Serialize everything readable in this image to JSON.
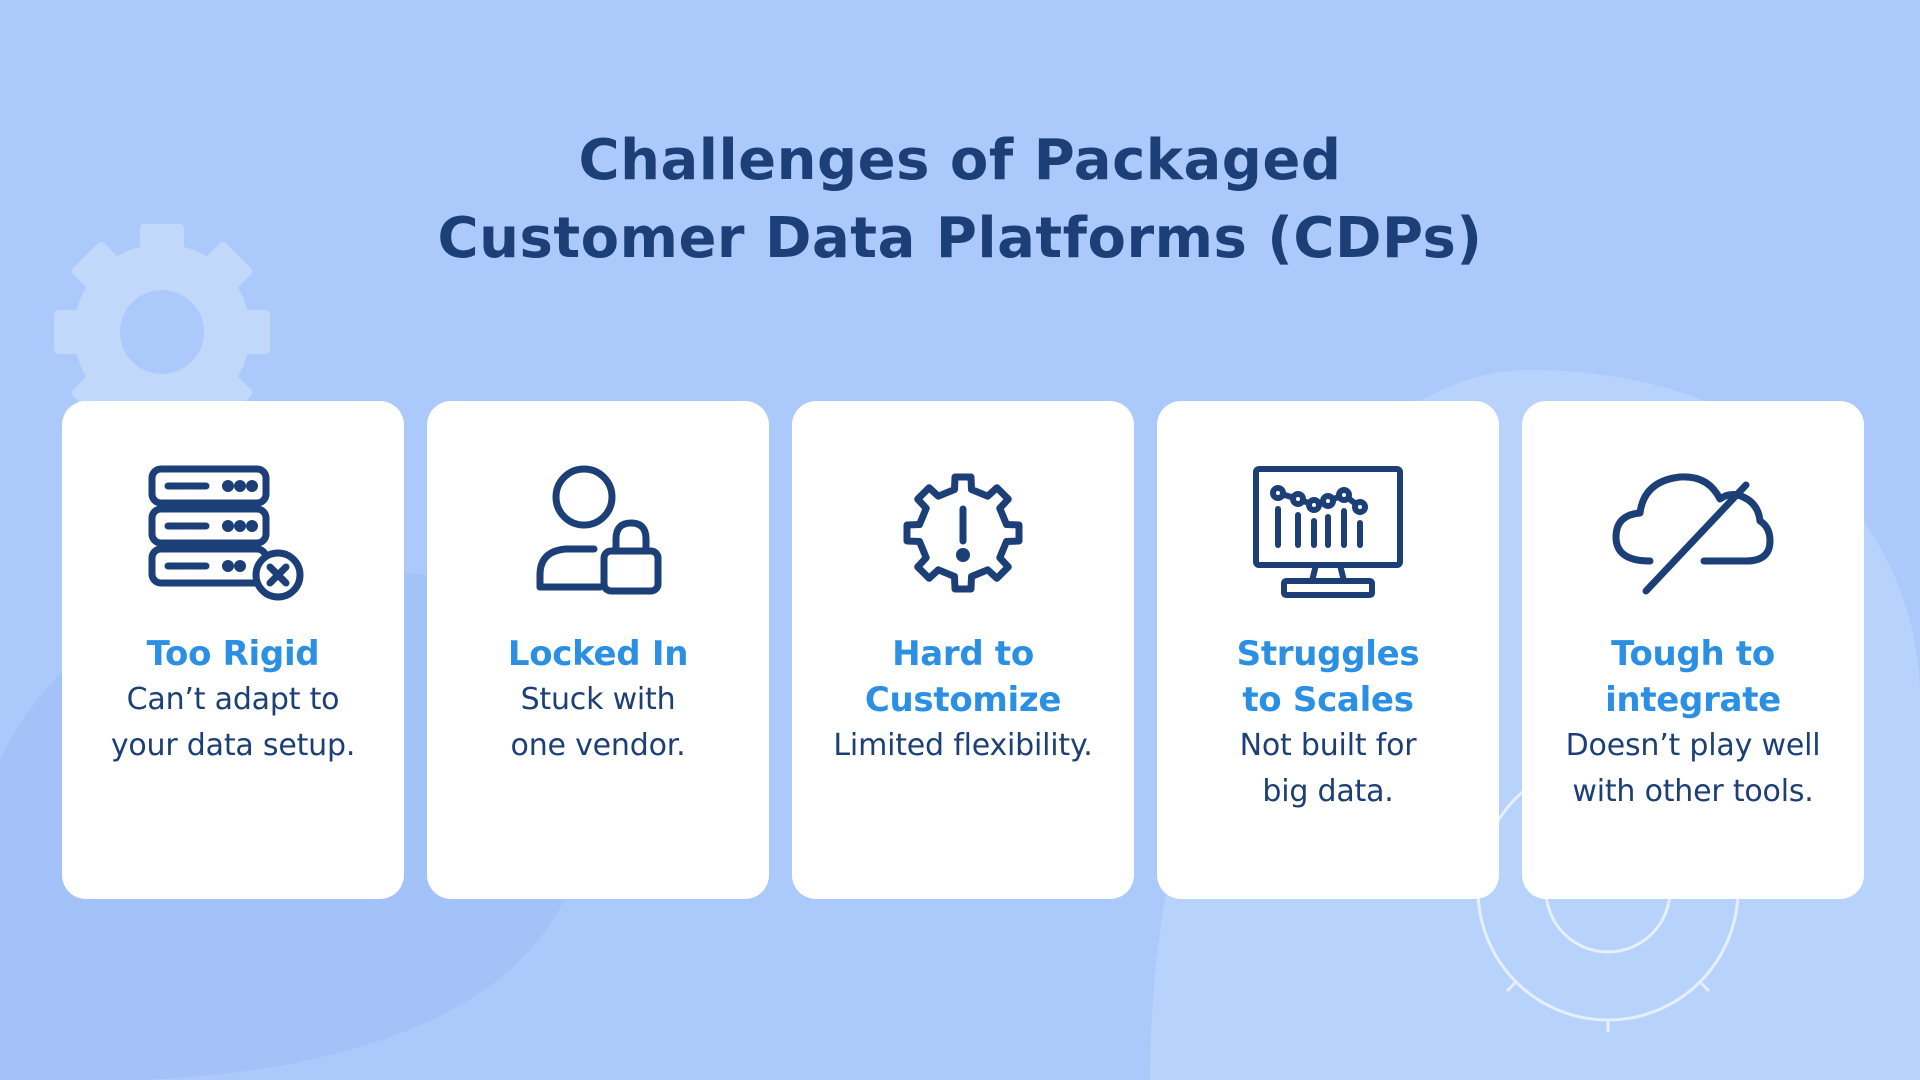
{
  "title": {
    "line1": "Challenges of Packaged",
    "line2": "Customer Data Platforms (CDPs)"
  },
  "colors": {
    "background": "#abc9fb",
    "title": "#1c3f78",
    "heading": "#2b8fe4",
    "text": "#1c3f78",
    "card": "#ffffff"
  },
  "cards": [
    {
      "icon": "server-error-icon",
      "heading": [
        "Too Rigid"
      ],
      "text": [
        "Can’t adapt to",
        "your data setup."
      ]
    },
    {
      "icon": "user-lock-icon",
      "heading": [
        "Locked In"
      ],
      "text": [
        "Stuck with",
        "one vendor."
      ]
    },
    {
      "icon": "gear-warning-icon",
      "heading": [
        "Hard to",
        "Customize"
      ],
      "text": [
        "Limited flexibility."
      ]
    },
    {
      "icon": "monitor-chart-icon",
      "heading": [
        "Struggles",
        "to Scales"
      ],
      "text": [
        "Not built for",
        "big data."
      ]
    },
    {
      "icon": "cloud-off-icon",
      "heading": [
        "Tough to",
        "integrate"
      ],
      "text": [
        "Doesn’t play well",
        "with other tools."
      ]
    }
  ]
}
